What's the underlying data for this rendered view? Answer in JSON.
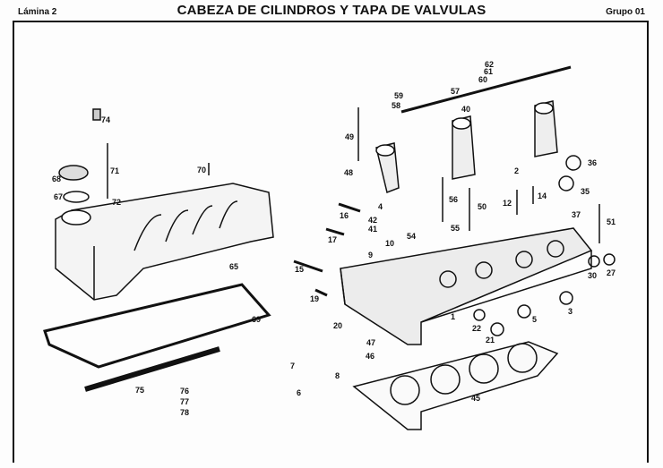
{
  "header": {
    "sheet": "Lámina 2",
    "title": "CABEZA DE CILINDROS Y TAPA DE VALVULAS",
    "group": "Grupo 01"
  },
  "callouts": [
    "74",
    "71",
    "70",
    "68",
    "67",
    "72",
    "65",
    "69",
    "75",
    "76",
    "77",
    "78",
    "62",
    "61",
    "60",
    "59",
    "58",
    "57",
    "40",
    "49",
    "48",
    "2",
    "36",
    "35",
    "37",
    "56",
    "50",
    "12",
    "14",
    "51",
    "16",
    "4",
    "42",
    "41",
    "10",
    "54",
    "55",
    "17",
    "9",
    "15",
    "19",
    "30",
    "27",
    "1",
    "22",
    "5",
    "3",
    "21",
    "20",
    "47",
    "46",
    "7",
    "8",
    "6",
    "45"
  ]
}
